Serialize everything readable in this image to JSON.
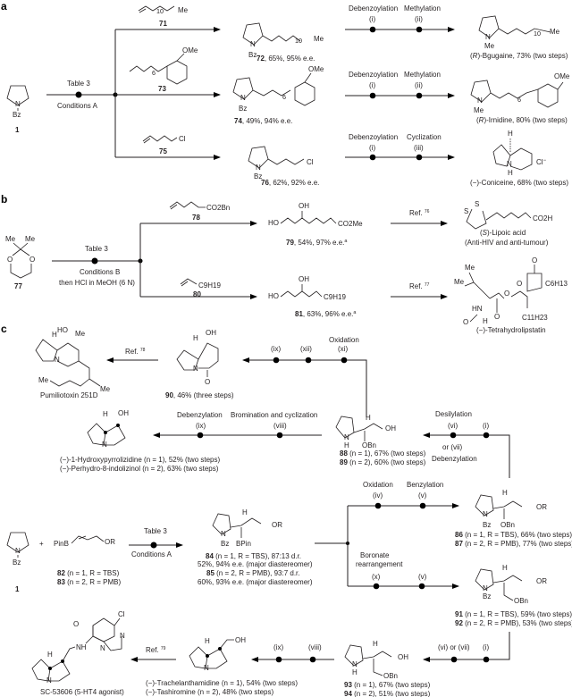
{
  "panels": {
    "a": {
      "label": "a",
      "start": {
        "id": "1",
        "sub": "Bz",
        "atom": "N"
      },
      "step": {
        "top": "Table 3",
        "bottom": "Conditions A"
      },
      "reagents": [
        {
          "id": "71",
          "tail": "Me",
          "repeat": "10"
        },
        {
          "id": "73",
          "sub": "OMe",
          "repeat": "6"
        },
        {
          "id": "75",
          "tail": "Cl"
        }
      ],
      "intermediates": [
        {
          "id": "72",
          "text": ", 65%, 95% e.e.",
          "tail": "Me",
          "repeat": "10",
          "nsub": "Bz"
        },
        {
          "id": "74",
          "text": ", 49%, 94% e.e.",
          "sub": "OMe",
          "repeat": "6",
          "nsub": "Bz"
        },
        {
          "id": "76",
          "text": ", 62%, 92% e.e.",
          "tail": "Cl",
          "nsub": "Bz"
        }
      ],
      "sequences": [
        {
          "s1": "Debenzoylation",
          "r1": "(i)",
          "s2": "Methylation",
          "r2": "(ii)"
        },
        {
          "s1": "Debenzoylation",
          "r1": "(i)",
          "s2": "Methylation",
          "r2": "(ii)"
        },
        {
          "s1": "Debenzoylation",
          "r1": "(i)",
          "s2": "Cyclization",
          "r2": "(iii)"
        }
      ],
      "products": [
        {
          "prefix": "(",
          "stereo": "R",
          "name": ")-Bgugaine, 73% (two steps)",
          "nsub": "Me",
          "tail": "Me",
          "repeat": "10"
        },
        {
          "prefix": "(",
          "stereo": "R",
          "name": ")-Irnidine, 80% (two steps)",
          "nsub": "Me",
          "sub": "OMe",
          "repeat": "6"
        },
        {
          "name": "(−)-Coniceine, 68% (two steps)",
          "h": "H",
          "n": "N",
          "cl": "Cl",
          "charge": "−"
        }
      ]
    },
    "b": {
      "label": "b",
      "start": {
        "id": "77",
        "me1": "Me",
        "me2": "Me",
        "o": "O"
      },
      "step": {
        "top": "Table 3",
        "bottom1": "Conditions B",
        "bottom2": "then  HCl in MeOH (6 N)"
      },
      "reagents": [
        {
          "id": "78",
          "tail": "CO2Bn"
        },
        {
          "id": "80",
          "tail": "C9H19"
        }
      ],
      "intermediates": [
        {
          "id": "79",
          "text": ", 54%, 97% e.e.",
          "sup": "a",
          "ho": "HO",
          "oh": "OH",
          "tail": "CO2Me"
        },
        {
          "id": "81",
          "text": ", 63%, 96% e.e.",
          "sup": "a",
          "ho": "HO",
          "oh": "OH",
          "tail": "C9H19"
        }
      ],
      "refs": [
        {
          "text": "Ref. ",
          "num": "76"
        },
        {
          "text": "Ref. ",
          "num": "77"
        }
      ],
      "products": [
        {
          "prefix": "(",
          "stereo": "S",
          "name": ")-Lipoic acid",
          "note": "(Anti-HIV and anti-tumour)",
          "s": "S",
          "tail": "CO2H"
        },
        {
          "name": "(−)-Tetrahydrolipstatin",
          "me": "Me",
          "hn": "HN",
          "o": "O",
          "h": "H",
          "c6": "C6H13",
          "c11": "C11H23"
        }
      ]
    },
    "c": {
      "label": "c",
      "start": {
        "id": "1",
        "nsub": "Bz",
        "atom": "N"
      },
      "plus": "+",
      "reagent": {
        "pinb": "PinB",
        "or": "OR",
        "n": "n",
        "lines": [
          {
            "id": "82",
            "text": " (n = 1, R = TBS)"
          },
          {
            "id": "83",
            "text": " (n = 2, R = PMB)"
          }
        ]
      },
      "step": {
        "top": "Table 3",
        "bottom": "Conditions A"
      },
      "boronate": {
        "h": "H",
        "bpin": "BPin",
        "or": "OR",
        "nsub": "Bz",
        "lines": [
          {
            "id": "84",
            "text": " (n = 1, R = TBS), 87:13 d.r."
          },
          {
            "text": "52%, 94% e.e. (major diastereomer)"
          },
          {
            "id": "85",
            "text": " (n = 2, R = PMB), 93:7 d.r."
          },
          {
            "text": "60%, 93% e.e. (major diastereomer)"
          }
        ]
      },
      "upper_branch": {
        "s1": "Oxidation",
        "r1": "(iv)",
        "s2": "Benzylation",
        "r2": "(v)"
      },
      "lower_branch": {
        "s1a": "Boronate",
        "s1b": "rearrangement",
        "r1": "(x)",
        "r2": "(v)"
      },
      "p86": {
        "h": "H",
        "obn": "OBn",
        "or": "OR",
        "nsub": "Bz",
        "lines": [
          {
            "id": "86",
            "text": " (n = 1, R = TBS), 66% (two steps)"
          },
          {
            "id": "87",
            "text": " (n = 2, R = PMB), 77% (two steps)"
          }
        ]
      },
      "p91": {
        "h": "H",
        "obn": "OBn",
        "or": "OR",
        "nsub": "Bz",
        "lines": [
          {
            "id": "91",
            "text": " (n = 1, R = TBS), 59% (two steps)"
          },
          {
            "id": "92",
            "text": " (n = 2, R = PMB), 53% (two steps)"
          }
        ]
      },
      "desilylation": {
        "title": "Desilylation",
        "r1": "(vi)",
        "r2": "(i)",
        "or": "or (vii)",
        "title2": "Debenzylation"
      },
      "p88": {
        "h": "H",
        "obn": "OBn",
        "oh": "OH",
        "nh": "H",
        "lines": [
          {
            "id": "88",
            "text": " (n = 1), 67% (two steps)"
          },
          {
            "id": "89",
            "text": " (n = 2), 60% (two steps)"
          }
        ]
      },
      "oxidation": {
        "title": "Oxidation",
        "r1": "(ix)",
        "r2": "(xii)",
        "r3": "(xi)"
      },
      "p90": {
        "id": "90",
        "text": ", 46% (three steps)",
        "h": "H",
        "oh": "OH",
        "o": "O"
      },
      "ref78": {
        "text": "Ref. ",
        "num": "78"
      },
      "pumiliotoxin": {
        "name": "Pumiliotoxin 251D",
        "ho": "HO",
        "h": "H",
        "me": "Me"
      },
      "bromination": {
        "s1": "Debenzylation",
        "r1": "(ix)",
        "s2": "Bromination and cyclization",
        "r2": "(viii)"
      },
      "hydroxy": {
        "h": "H",
        "oh": "OH",
        "lines": [
          "(−)-1-Hydroxypyrrolizidine (n = 1), 52% (two steps)",
          "(−)-Perhydro-8-indolizinol (n = 2), 63% (two steps)"
        ]
      },
      "lower_seq": {
        "r1": "(vi) or (vii)",
        "r2": "(i)"
      },
      "p93": {
        "h": "H",
        "oh": "OH",
        "obn": "OBn",
        "nh": "H",
        "lines": [
          {
            "id": "93",
            "text": " (n = 1), 67% (two steps)"
          },
          {
            "id": "94",
            "text": " (n = 2), 51% (two steps)"
          }
        ]
      },
      "final_seq": {
        "r1": "(ix)",
        "r2": "(viii)"
      },
      "trach": {
        "h": "H",
        "oh": "OH",
        "lines": [
          "(−)-Trachelanthamidine (n = 1), 54% (two steps)",
          "(−)-Tashiromine (n = 2), 48% (two steps)"
        ]
      },
      "ref79": {
        "text": "Ref. ",
        "num": "79"
      },
      "sc": {
        "name": "SC-53606 (5-HT4 agonist)",
        "cl": "Cl",
        "o": "O",
        "nh": "NH",
        "h": "H"
      }
    }
  }
}
